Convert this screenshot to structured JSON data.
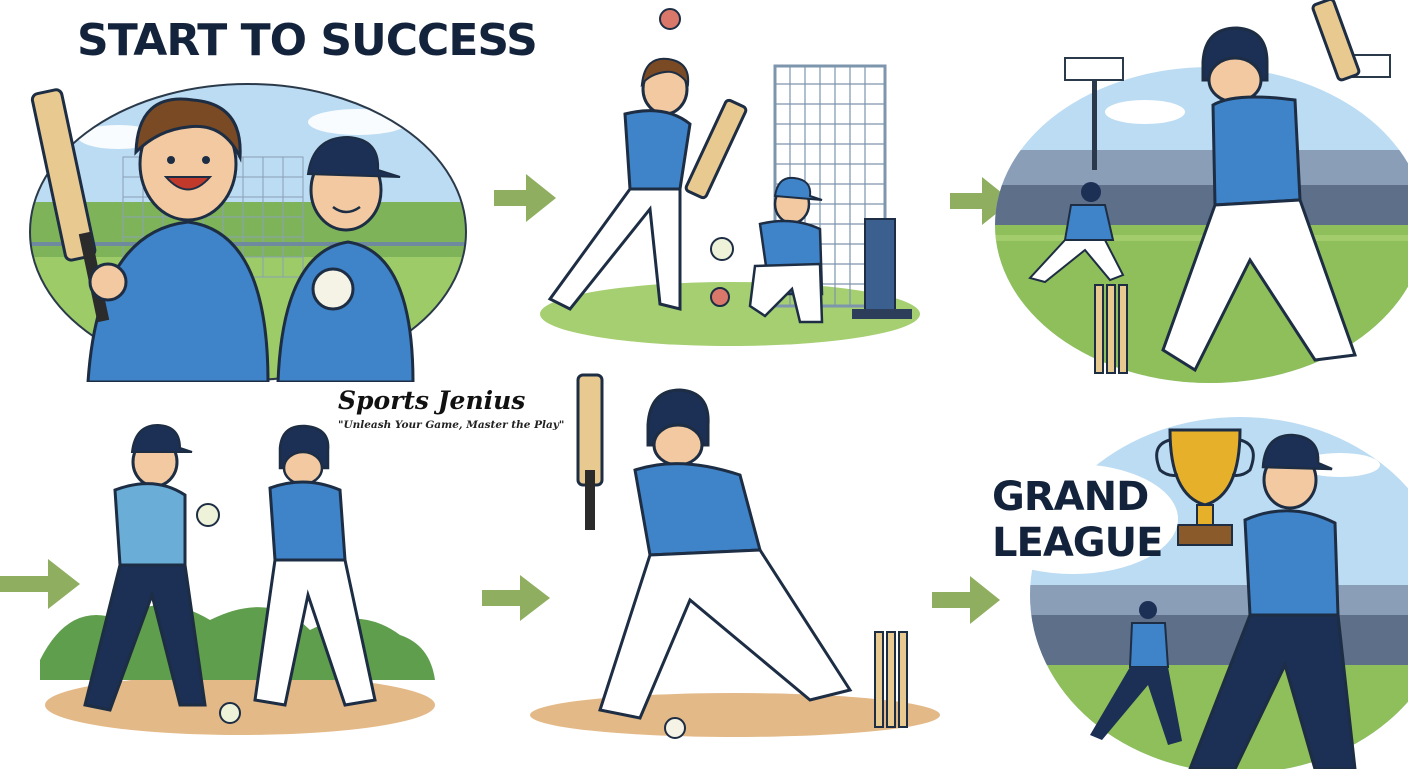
{
  "headline": "START TO SUCCESS",
  "brand": {
    "name": "Sports Jenius",
    "tagline": "\"Unleash Your Game, Master the Play\""
  },
  "finale": {
    "line1": "GRAND",
    "line2": "LEAGUE"
  },
  "colors": {
    "jersey": "#3f83c8",
    "navy": "#1c2f55",
    "grass": "#8fbf5a",
    "arrow": "#8fae5f",
    "sky": "#bcdcf3",
    "pitch": "#e3b987",
    "bat": "#e8c98f",
    "trophy": "#e6b02a"
  },
  "icons": [
    "arrow-right-icon",
    "cricket-bat-icon",
    "cricket-ball-icon",
    "stumps-icon",
    "trophy-icon",
    "helmet-icon",
    "cap-icon"
  ]
}
